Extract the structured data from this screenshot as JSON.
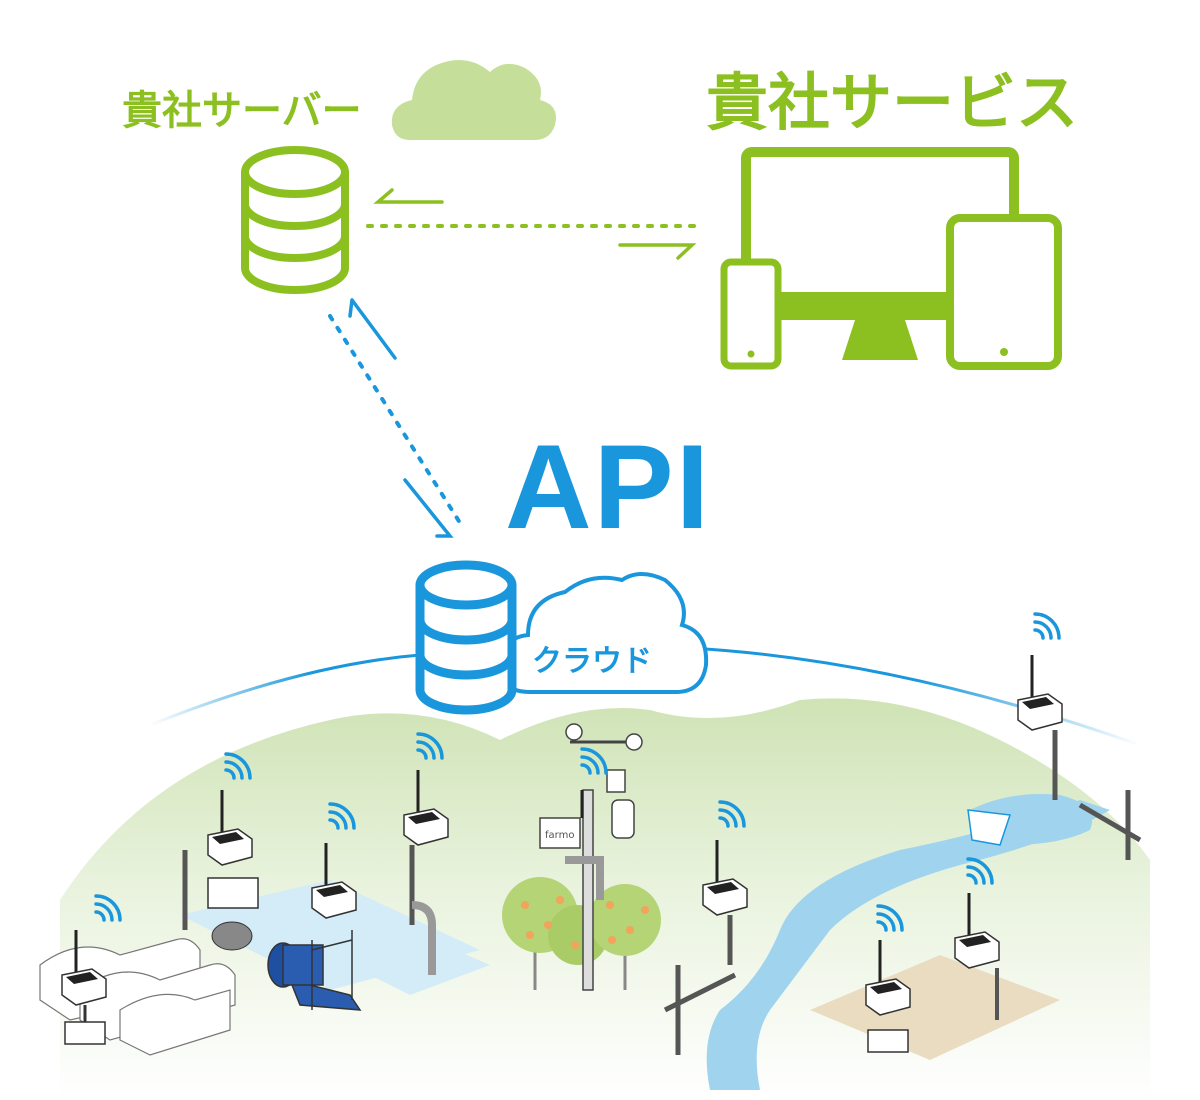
{
  "labels": {
    "server": "貴社サーバー",
    "service": "貴社サービス",
    "api": "API",
    "cloud": "クラウド",
    "device_brand": "farmo"
  },
  "colors": {
    "green": "#8cc021",
    "light_green_cloud": "#c5df9b",
    "blue": "#1a97dc",
    "water": "#9fd3ee",
    "hills": "#cfe3b5"
  },
  "icons": [
    "cloud-icon",
    "database-icon",
    "monitor-icon",
    "tablet-icon",
    "smartphone-icon",
    "arrow-icon",
    "wifi-icon"
  ]
}
